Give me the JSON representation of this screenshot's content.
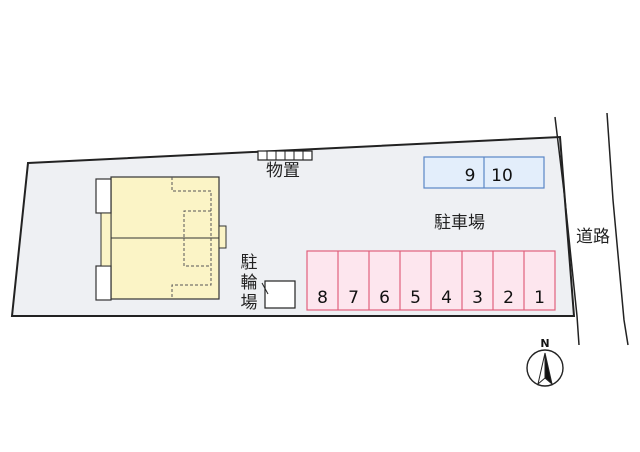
{
  "labels": {
    "storage": "物置",
    "parking": "駐車場",
    "road": "道路",
    "bicycle": [
      "駐",
      "輪",
      "場"
    ],
    "north": "N"
  },
  "parking_front": [
    "8",
    "7",
    "6",
    "5",
    "4",
    "3",
    "2",
    "1"
  ],
  "parking_back": [
    "9",
    "10"
  ],
  "colors": {
    "lot": "#eef0f3",
    "building": "#fbf4c6",
    "parking_front_fill": "#fde6ee",
    "parking_front_stroke": "#e0607c",
    "parking_back_fill": "#e3eefb",
    "parking_back_stroke": "#5a86c6"
  }
}
